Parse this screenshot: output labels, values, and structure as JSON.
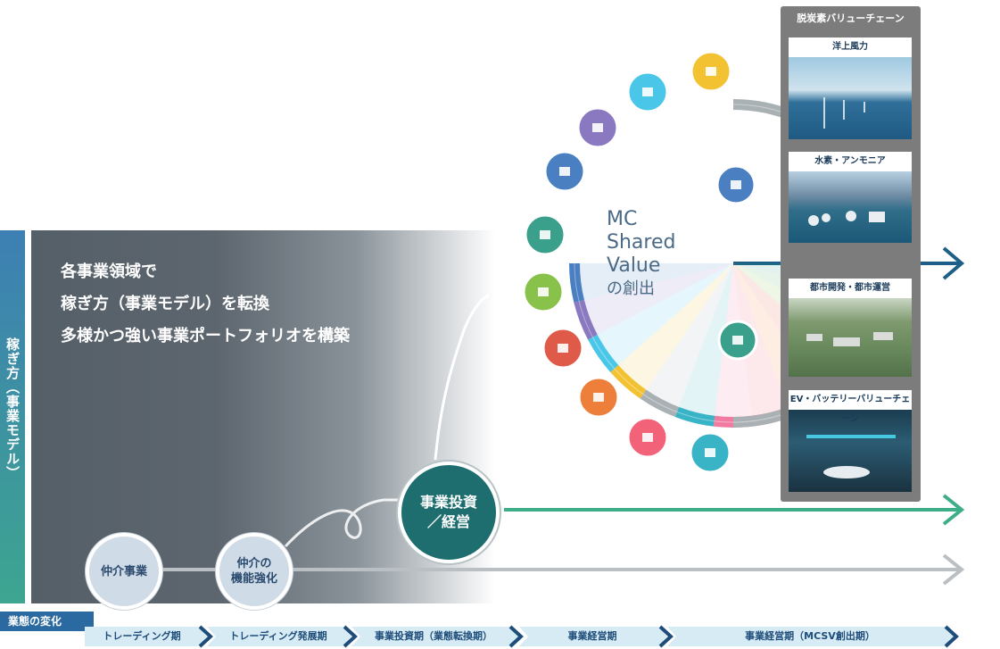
{
  "y_axis_label": "稼ぎ方（事業モデル）",
  "headline": [
    "各事業領域で",
    "稼ぎ方（事業モデル）を転換",
    "多様かつ強い事業ポートフォリオを構築"
  ],
  "nodes": {
    "n1": "仲介事業",
    "n2_line1": "仲介の",
    "n2_line2": "機能強化",
    "n3_line1": "事業投資",
    "n3_line2": "／経営"
  },
  "mc": {
    "line1": "MC",
    "line2": "Shared",
    "line3": "Value",
    "line4": "の創出"
  },
  "value_chain": {
    "title": "脱炭素バリューチェーン",
    "cards": [
      "洋上風力",
      "水素・アンモニア",
      "都市開発・都市運営",
      "EV・バッテリーバリューチェーン"
    ]
  },
  "phase_label": "業態の変化",
  "phases": [
    "トレーディング期",
    "トレーディング発展期",
    "事業投資期（業態転換期）",
    "事業経営期",
    "事業経営期（MCSV創出期）"
  ],
  "colors": {
    "segments": [
      "#3aa08c",
      "#4fb36c",
      "#88c24a",
      "#e05a4a",
      "#ee7f3b",
      "#f2637a",
      "#f07aa0",
      "#39b3c6",
      "#aab1b5",
      "#f2c233",
      "#4ac7e8",
      "#8a78c0",
      "#4a7fc2"
    ],
    "green_arrow": "#3dae88",
    "gray_arrow": "#b9bfc3",
    "blue_arrow": "#1d5f86"
  }
}
